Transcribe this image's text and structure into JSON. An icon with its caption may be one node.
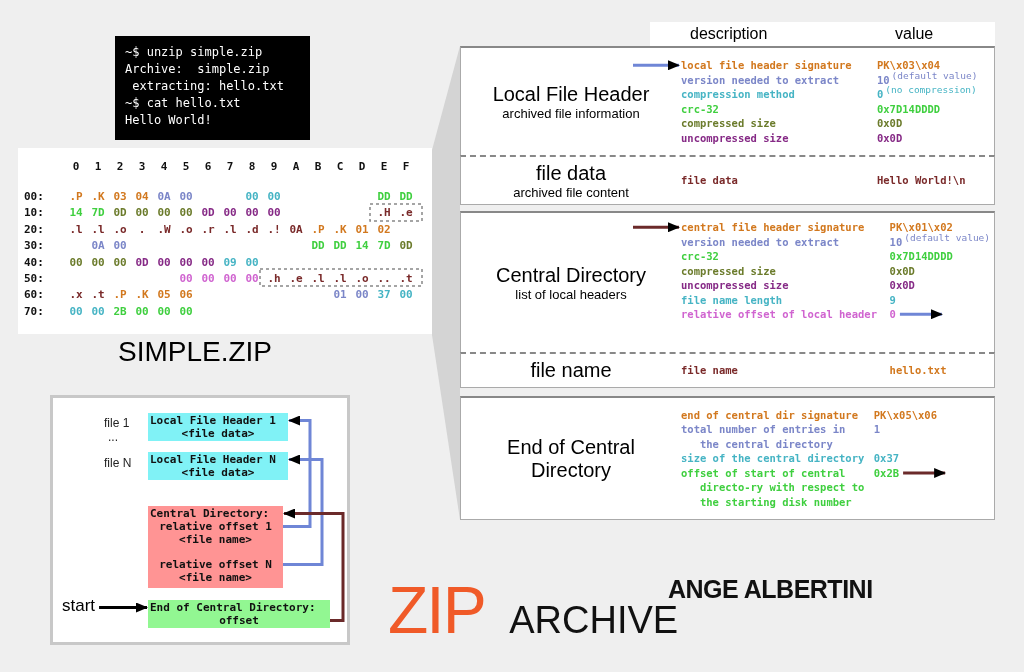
{
  "diagram": {
    "title": "ZIP ARCHIVE",
    "nodes": [
      {
        "text": [
          "~$ unzip simple.zip",
          "Archive:  simple.zip",
          "extracting: hello.txt",
          "~$ cat hello.txt",
          "Hello World!"
        ]
      },
      {
        "text": [
          "Local File Header",
          "archived file information"
        ]
      },
      {
        "text": [
          "local file header signature"
        ],
        "in": 1
      },
      {
        "text": [
          "file data",
          "archived file content"
        ]
      },
      {
        "text": [
          "Central Directory",
          "list of local headers"
        ]
      },
      {
        "text": [
          "central file header signature"
        ],
        "in": 4
      },
      {
        "text": [
          "0"
        ],
        "in": 4
      },
      {
        "text": [
          "file name"
        ]
      },
      {
        "text": [
          "End of Central Directory"
        ]
      },
      {
        "text": [
          "0x2B"
        ],
        "in": 8
      },
      {
        "text": [
          "Local File Header 1",
          "<file data>"
        ]
      },
      {
        "text": [
          "Local File Header N",
          "<file data>"
        ]
      },
      {
        "text": [
          "Central Directory:",
          "relative offset 1",
          "<file name>",
          "relative offset N",
          "<file name>"
        ]
      },
      {
        "text": [
          "start"
        ]
      },
      {
        "text": [
          "End of Central Directory:",
          "offset"
        ]
      }
    ],
    "edges": [
      {
        "from": null,
        "to": 2,
        "arrow": "to",
        "color": "#6f86d6"
      },
      {
        "from": null,
        "to": 5,
        "arrow": "to",
        "color": "#6b2a2a"
      },
      {
        "from": 6,
        "to": null,
        "arrow": "to",
        "color": "#6f86d6"
      },
      {
        "from": 9,
        "to": null,
        "arrow": "to",
        "color": "#6b2a2a"
      },
      {
        "from": 12,
        "to": 10,
        "arrow": "to",
        "color": "#6f86d6"
      },
      {
        "from": 12,
        "to": 11,
        "arrow": "to",
        "color": "#6f86d6"
      },
      {
        "from": 14,
        "to": 12,
        "arrow": "to",
        "color": "#6b2a2a"
      },
      {
        "from": 13,
        "to": 14,
        "arrow": "to",
        "color": "#000000"
      }
    ],
    "labels": [
      "description",
      "value",
      "PK\\x03\\x04",
      "version needed to extract",
      "10",
      "(default value)",
      "compression method",
      "0",
      "(no compression)",
      "crc-32",
      "0x7D14DDDD",
      "compressed size",
      "0x0D",
      "uncompressed size",
      "0x0D",
      "file data",
      "Hello World!\\n",
      "PK\\x01\\x02",
      "version needed to extract",
      "10",
      "(default value)",
      "crc-32",
      "0x7D14DDDD",
      "compressed size",
      "0x0D",
      "uncompressed size",
      "0x0D",
      "file name length",
      "9",
      "relative offset of local header",
      "file name",
      "hello.txt",
      "end of central dir signature",
      "PK\\x05\\x06",
      "total number of entries in the central directory",
      "1",
      "size of the central directory",
      "0x37",
      "offset of start of central directo-ry with respect to the starting disk number",
      "0",
      "1",
      "2",
      "3",
      "4",
      "5",
      "6",
      "7",
      "8",
      "9",
      "A",
      "B",
      "C",
      "D",
      "E",
      "F",
      "00:",
      ".P",
      ".K",
      "03",
      "04",
      "0A",
      "00",
      "00",
      "00",
      "DD",
      "DD",
      "10:",
      "14",
      "7D",
      "0D",
      "00",
      "00",
      "00",
      "0D",
      "00",
      "00",
      "00",
      ".H",
      ".e",
      "20:",
      ".l",
      ".l",
      ".o",
      ".",
      ".W",
      ".o",
      ".r",
      ".l",
      ".d",
      ".!",
      "0A",
      ".P",
      ".K",
      "01",
      "02",
      "30:",
      "0A",
      "00",
      "DD",
      "DD",
      "14",
      "7D",
      "0D",
      "40:",
      "00",
      "00",
      "00",
      "0D",
      "00",
      "00",
      "00",
      "09",
      "00",
      "50:",
      "00",
      "00",
      "00",
      "00",
      ".h",
      ".e",
      ".l",
      ".l",
      ".o",
      "..",
      ".t",
      "60:",
      ".x",
      ".t",
      ".P",
      ".K",
      "05",
      "06",
      "01",
      "00",
      "37",
      "00",
      "70:",
      "00",
      "00",
      "2B",
      "00",
      "00",
      "00",
      "SIMPLE.ZIP",
      "file 1",
      "...",
      "file N",
      "ANGE ALBERTINI"
    ]
  }
}
